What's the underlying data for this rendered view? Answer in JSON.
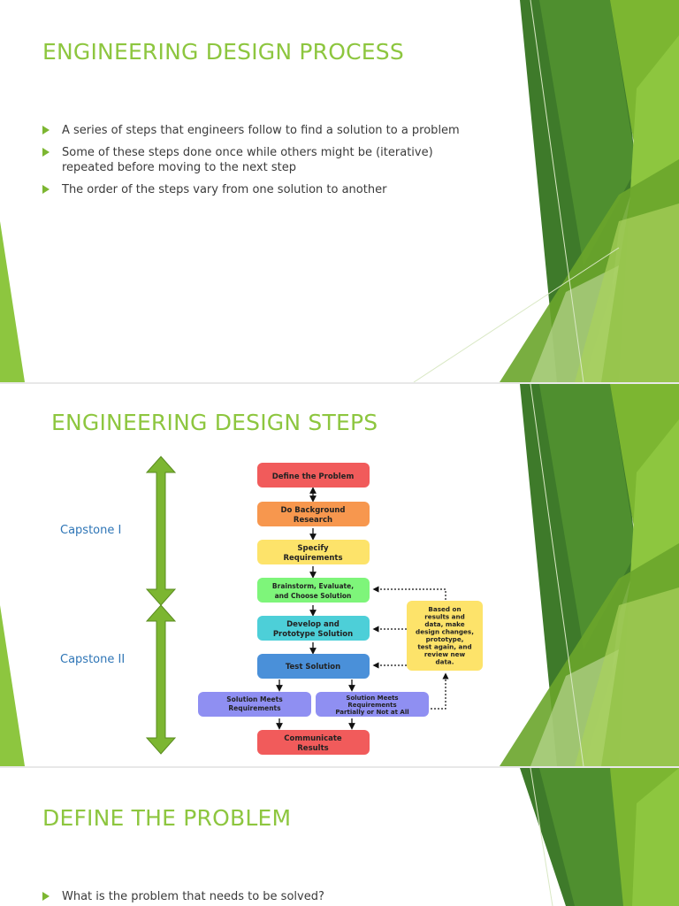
{
  "slides": [
    {
      "title": "ENGINEERING DESIGN PROCESS",
      "bullets": [
        "A series of steps that engineers follow to find a solution to a problem",
        "Some of these steps done once while others might be (iterative) repeated before moving to the next step",
        "The order of the steps vary from one solution to another"
      ]
    },
    {
      "title": "ENGINEERING DESIGN STEPS",
      "capstone_1": "Capstone I",
      "capstone_2": "Capstone II",
      "flow": {
        "define": [
          "Define the Problem"
        ],
        "research": [
          "Do Background",
          "Research"
        ],
        "specify": [
          "Specify",
          "Requirements"
        ],
        "brainstorm": [
          "Brainstorm, Evaluate,",
          "and Choose Solution"
        ],
        "develop": [
          "Develop and",
          "Prototype Solution"
        ],
        "test": [
          "Test Solution"
        ],
        "meets": [
          "Solution Meets",
          "Requirements"
        ],
        "partial": [
          "Solution Meets",
          "Requirements",
          "Partially or Not at All"
        ],
        "communicate": [
          "Communicate",
          "Results"
        ],
        "feedback": [
          "Based on",
          "results and",
          "data, make",
          "design changes,",
          "prototype,",
          "test again, and",
          "review new",
          "data."
        ]
      }
    },
    {
      "title": "DEFINE THE PROBLEM",
      "bullets": [
        "What is the problem that needs to be solved?"
      ]
    }
  ],
  "colors": {
    "title_green": "#8dc63f",
    "capstone_blue": "#2e75b6",
    "box_red": "#f15b5b",
    "box_orange": "#f7974e",
    "box_yellow": "#fde36a",
    "box_green": "#7ef57a",
    "box_cyan": "#4dcfd8",
    "box_blue": "#4a90d9",
    "box_purple": "#8f8ff2"
  }
}
